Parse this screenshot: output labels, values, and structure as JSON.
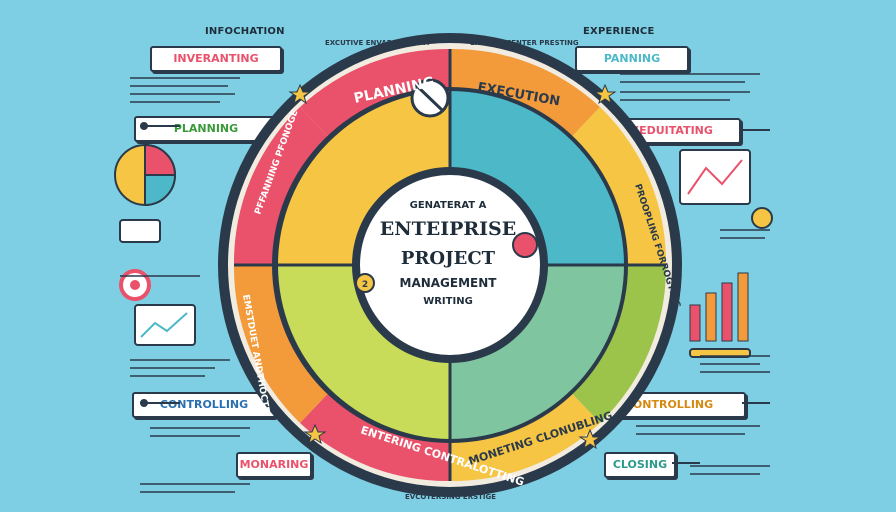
{
  "headers": {
    "top_left": "INFOCHATION",
    "top_right": "EXPERIENCE"
  },
  "left_labels": [
    "INVERANTING",
    "PLANNING",
    "CONTROLLING",
    "MONARING"
  ],
  "right_labels": [
    "PANNING",
    "EXEDUITATING",
    "CONTROLLING",
    "CLOSING"
  ],
  "ring_top_arc": "EXCUTIVE ENVARAGEMENT",
  "ring_top_arc_right": "EXPRENTCENTER PRESTING",
  "ring_bottom_arc": "EVCOTERSING ERSTIGE",
  "segments": {
    "planning": "PLANNING",
    "execution": "EXECUTION",
    "left_outer": "PFFANNING PFONOGE",
    "right_outer": "PROOPLING FORROGYING",
    "left_lower": "EMSTDUET ANDTHOCTE",
    "bottom_left": "ENTERING CONTRALOTTING",
    "bottom_right": "MONETING CLONUBLING"
  },
  "center": {
    "line1": "GENATERAT A",
    "line2": "ENTEIPRISE",
    "line3": "PROJECT",
    "line4": "MANAGEMENT",
    "line5": "WRITING"
  },
  "badge_number": "2",
  "colors": {
    "background": "#7ecfe3",
    "red": "#e9526a",
    "orange": "#f39a3a",
    "yellow": "#f6c544",
    "green": "#9cc34a",
    "teal": "#4cb8c8",
    "dark": "#2a3a4a"
  }
}
